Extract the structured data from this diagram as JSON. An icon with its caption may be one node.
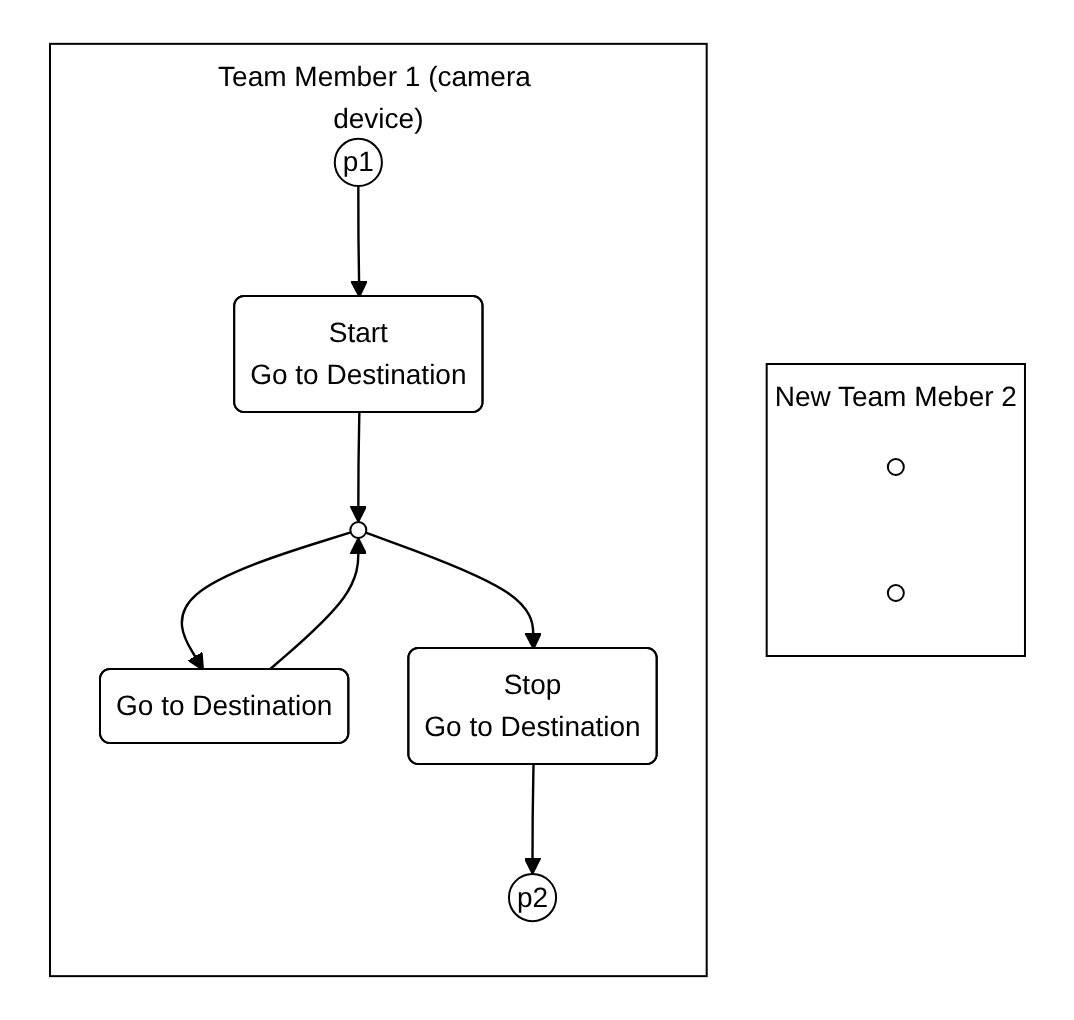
{
  "diagram": {
    "nodes": [
      {
        "text": [
          "Team Member 1 (camera device)"
        ]
      },
      {
        "text": [
          "New Team Meber 2"
        ]
      },
      {
        "text": [
          "p1"
        ],
        "in": 0
      },
      {
        "text": [
          "Start",
          "Go to Destination"
        ],
        "in": 0
      },
      {
        "text": [],
        "shape": "circle",
        "in": 0
      },
      {
        "text": [
          "Go to Destination"
        ],
        "in": 0
      },
      {
        "text": [
          "Stop",
          "Go to Destination"
        ],
        "in": 0
      },
      {
        "text": [
          "p2"
        ],
        "in": 0
      },
      {
        "text": [],
        "shape": "circle",
        "in": 1
      },
      {
        "text": [],
        "shape": "circle",
        "in": 1
      }
    ],
    "edges": [
      {
        "from": 2,
        "to": 3,
        "arrow": "to"
      },
      {
        "from": 3,
        "to": 4,
        "arrow": "to"
      },
      {
        "from": 4,
        "to": 5,
        "arrow": "to"
      },
      {
        "from": 5,
        "to": 4,
        "arrow": "to"
      },
      {
        "from": 4,
        "to": 6,
        "arrow": "to"
      },
      {
        "from": 6,
        "to": 7,
        "arrow": "to"
      }
    ]
  }
}
